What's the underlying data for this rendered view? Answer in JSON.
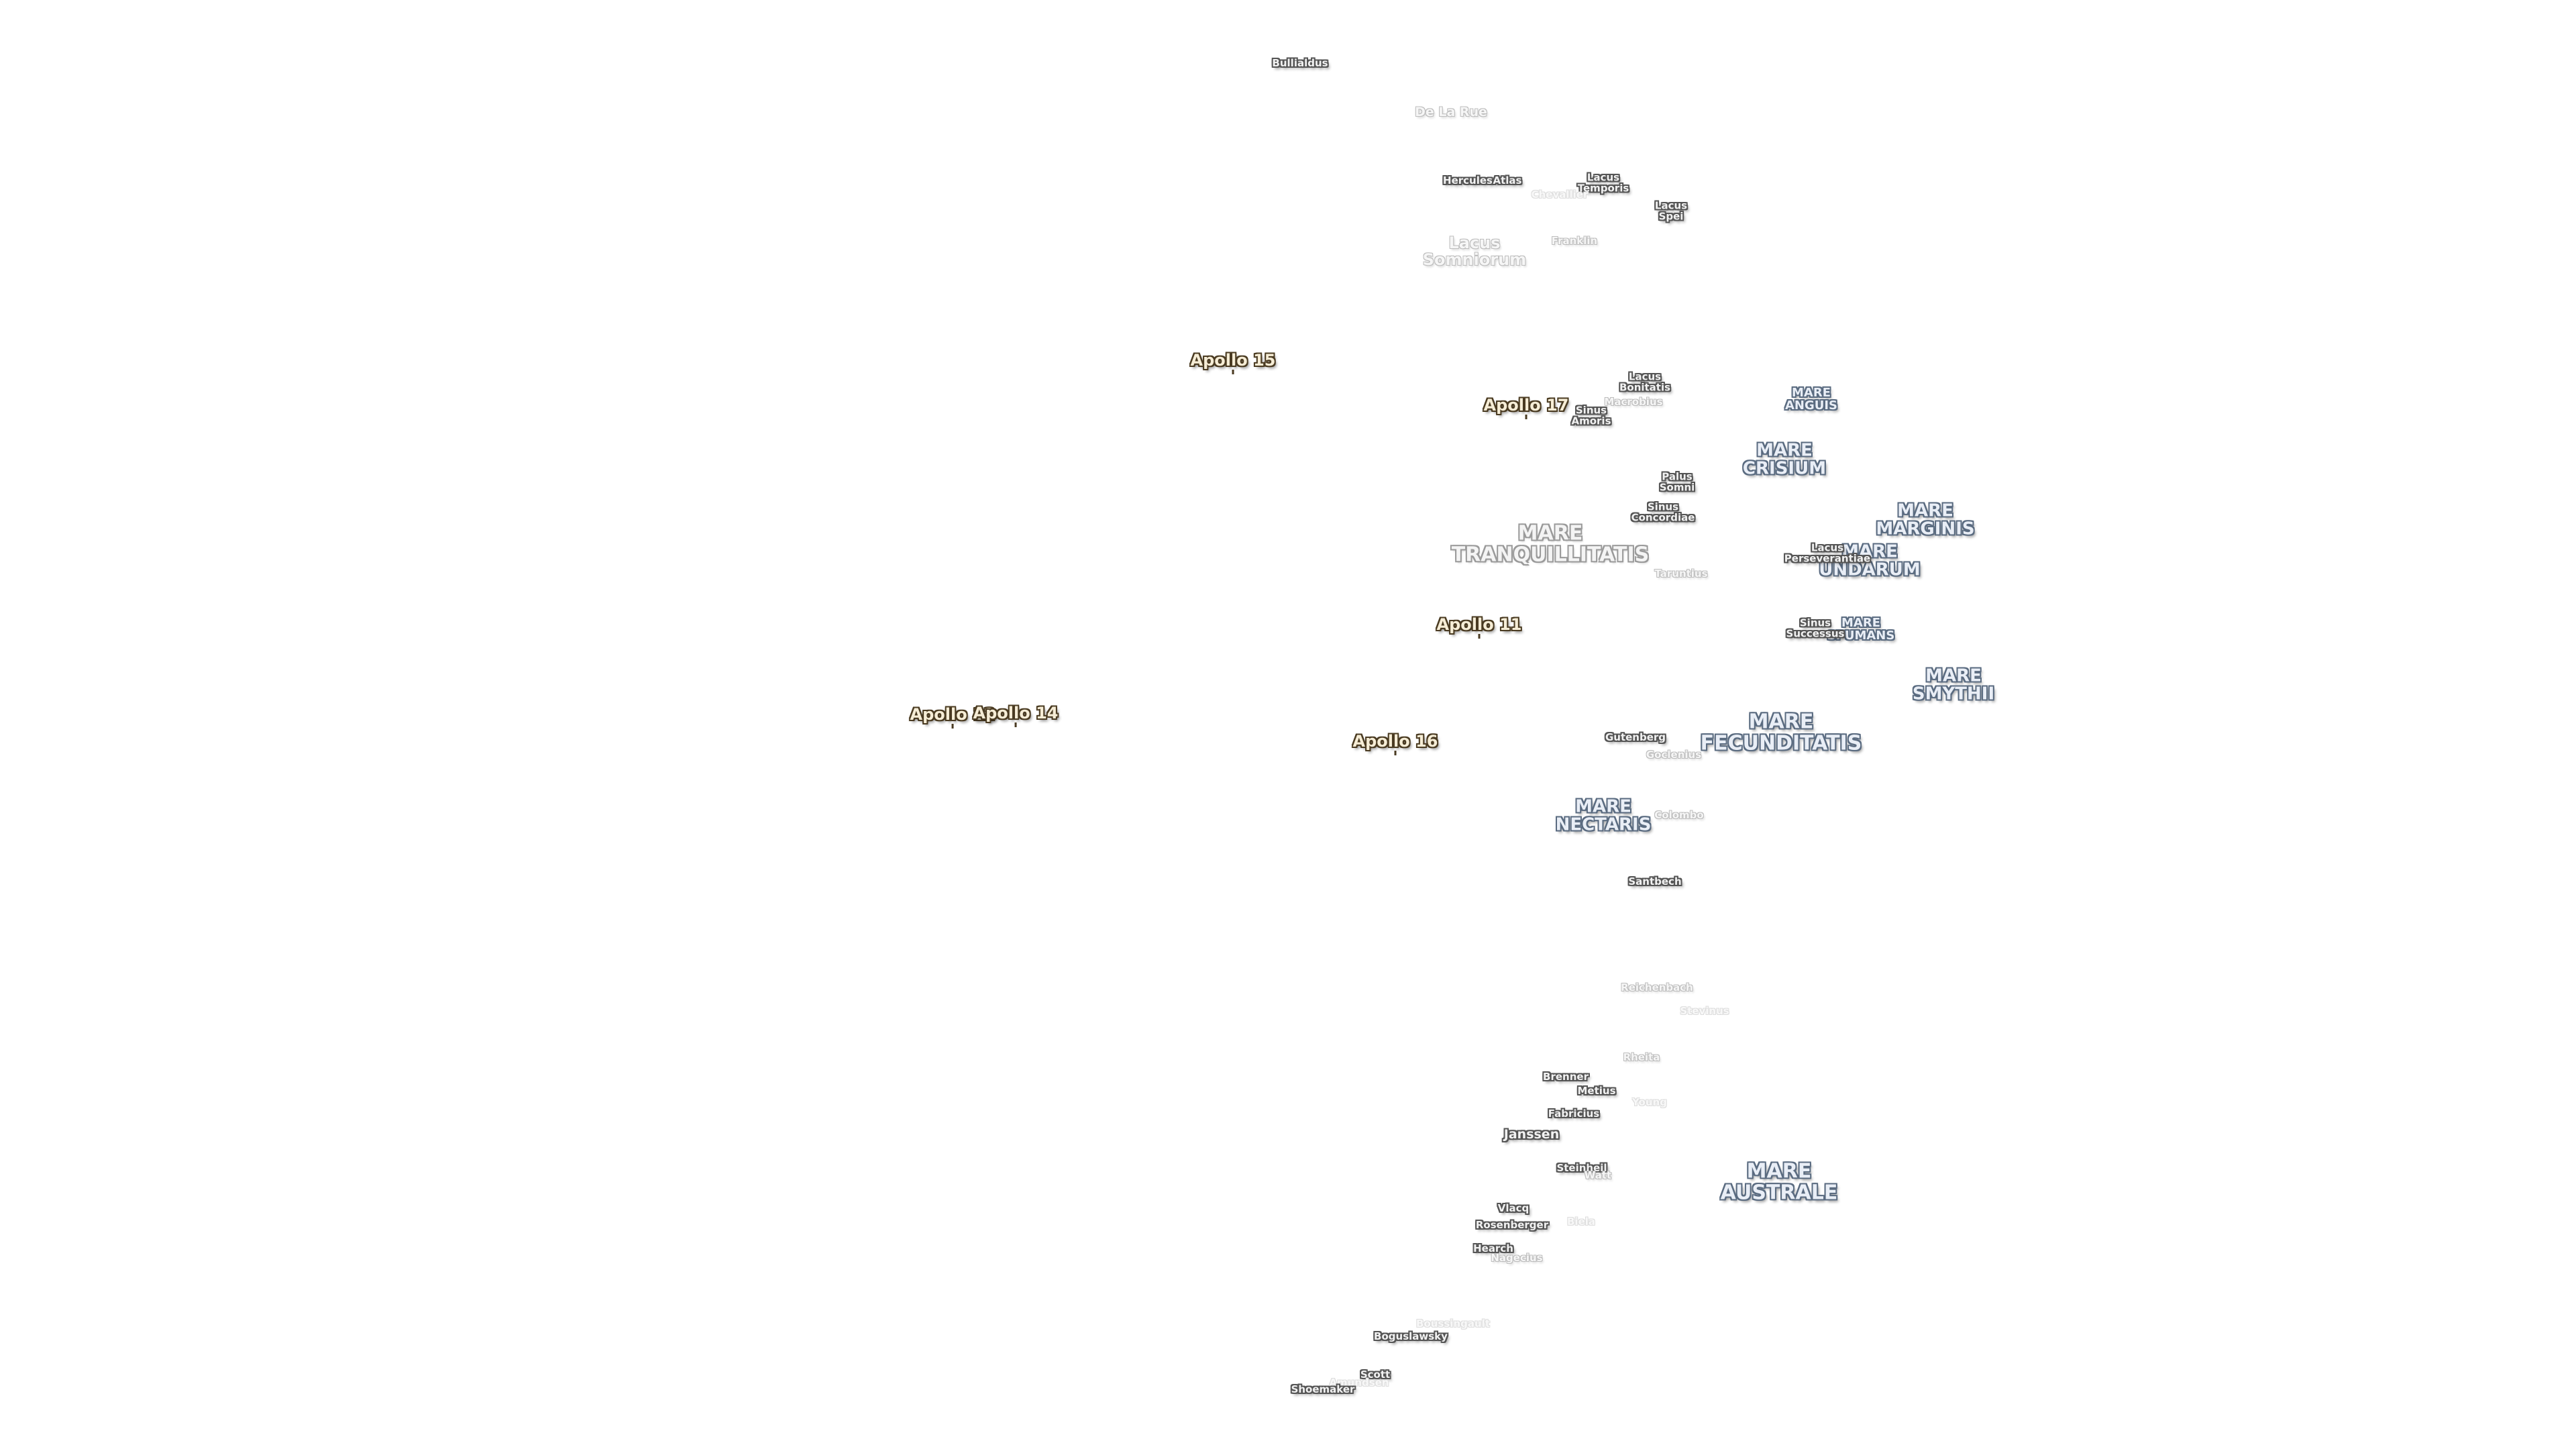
{
  "colors": {
    "background": "#ffffff",
    "label_fill": "#f2f2f2",
    "label_outline": "#555555",
    "mare_fill": "#e9eef6",
    "mare_outline": "#5a6b80",
    "apollo_fill": "#f6edd6",
    "apollo_outline": "#4a3b22"
  },
  "apollo_sites": [
    {
      "label": "Apollo 15",
      "icon": "landing-site-marker-icon"
    },
    {
      "label": "Apollo 17",
      "icon": "landing-site-marker-icon"
    },
    {
      "label": "Apollo 11",
      "icon": "landing-site-marker-icon"
    },
    {
      "label": "Apollo 12",
      "icon": "landing-site-marker-icon"
    },
    {
      "label": "Apollo 14",
      "icon": "landing-site-marker-icon"
    },
    {
      "label": "Apollo 16",
      "icon": "landing-site-marker-icon"
    }
  ],
  "maria": [
    {
      "label": "MARE\nANGUIS"
    },
    {
      "label": "MARE\nCRISIUM"
    },
    {
      "label": "MARE\nMARGINIS"
    },
    {
      "label": "MARE\nTRANQUILLITATIS"
    },
    {
      "label": "MARE\nUNDARUM"
    },
    {
      "label": "MARE\nSPUMANS"
    },
    {
      "label": "MARE\nSMYTHII"
    },
    {
      "label": "MARE\nFECUNDITATIS"
    },
    {
      "label": "MARE\nNECTARIS"
    },
    {
      "label": "MARE\nAUSTRALE"
    }
  ],
  "features": [
    {
      "label": "Bullialdus"
    },
    {
      "label": "De La Rue"
    },
    {
      "label": "Hercules"
    },
    {
      "label": "Atlas"
    },
    {
      "label": "Lacus\nTemporis"
    },
    {
      "label": "Chevallier"
    },
    {
      "label": "Lacus\nSpei"
    },
    {
      "label": "Lacus\nSomniorum"
    },
    {
      "label": "Franklin"
    },
    {
      "label": "Lacus\nBonitatis"
    },
    {
      "label": "Sinus\nAmoris"
    },
    {
      "label": "Macrobius"
    },
    {
      "label": "Palus\nSomni"
    },
    {
      "label": "Sinus\nConcordiae"
    },
    {
      "label": "Lacus\nPerseverantiae"
    },
    {
      "label": "Taruntius"
    },
    {
      "label": "Sinus\nSuccessus"
    },
    {
      "label": "Gutenberg"
    },
    {
      "label": "Goclenius"
    },
    {
      "label": "Colombo"
    },
    {
      "label": "Santbech"
    },
    {
      "label": "Reichenbach"
    },
    {
      "label": "Stevinus"
    },
    {
      "label": "Rheita"
    },
    {
      "label": "Brenner"
    },
    {
      "label": "Metius"
    },
    {
      "label": "Young"
    },
    {
      "label": "Fabricius"
    },
    {
      "label": "Janssen"
    },
    {
      "label": "Steinheil"
    },
    {
      "label": "Watt"
    },
    {
      "label": "Vlacq"
    },
    {
      "label": "Rosenberger"
    },
    {
      "label": "Biela"
    },
    {
      "label": "Hearch"
    },
    {
      "label": "Nagecius"
    },
    {
      "label": "Boussingault"
    },
    {
      "label": "Boguslawsky"
    },
    {
      "label": "Scott"
    },
    {
      "label": "Amundsen"
    },
    {
      "label": "Shoemaker"
    }
  ]
}
